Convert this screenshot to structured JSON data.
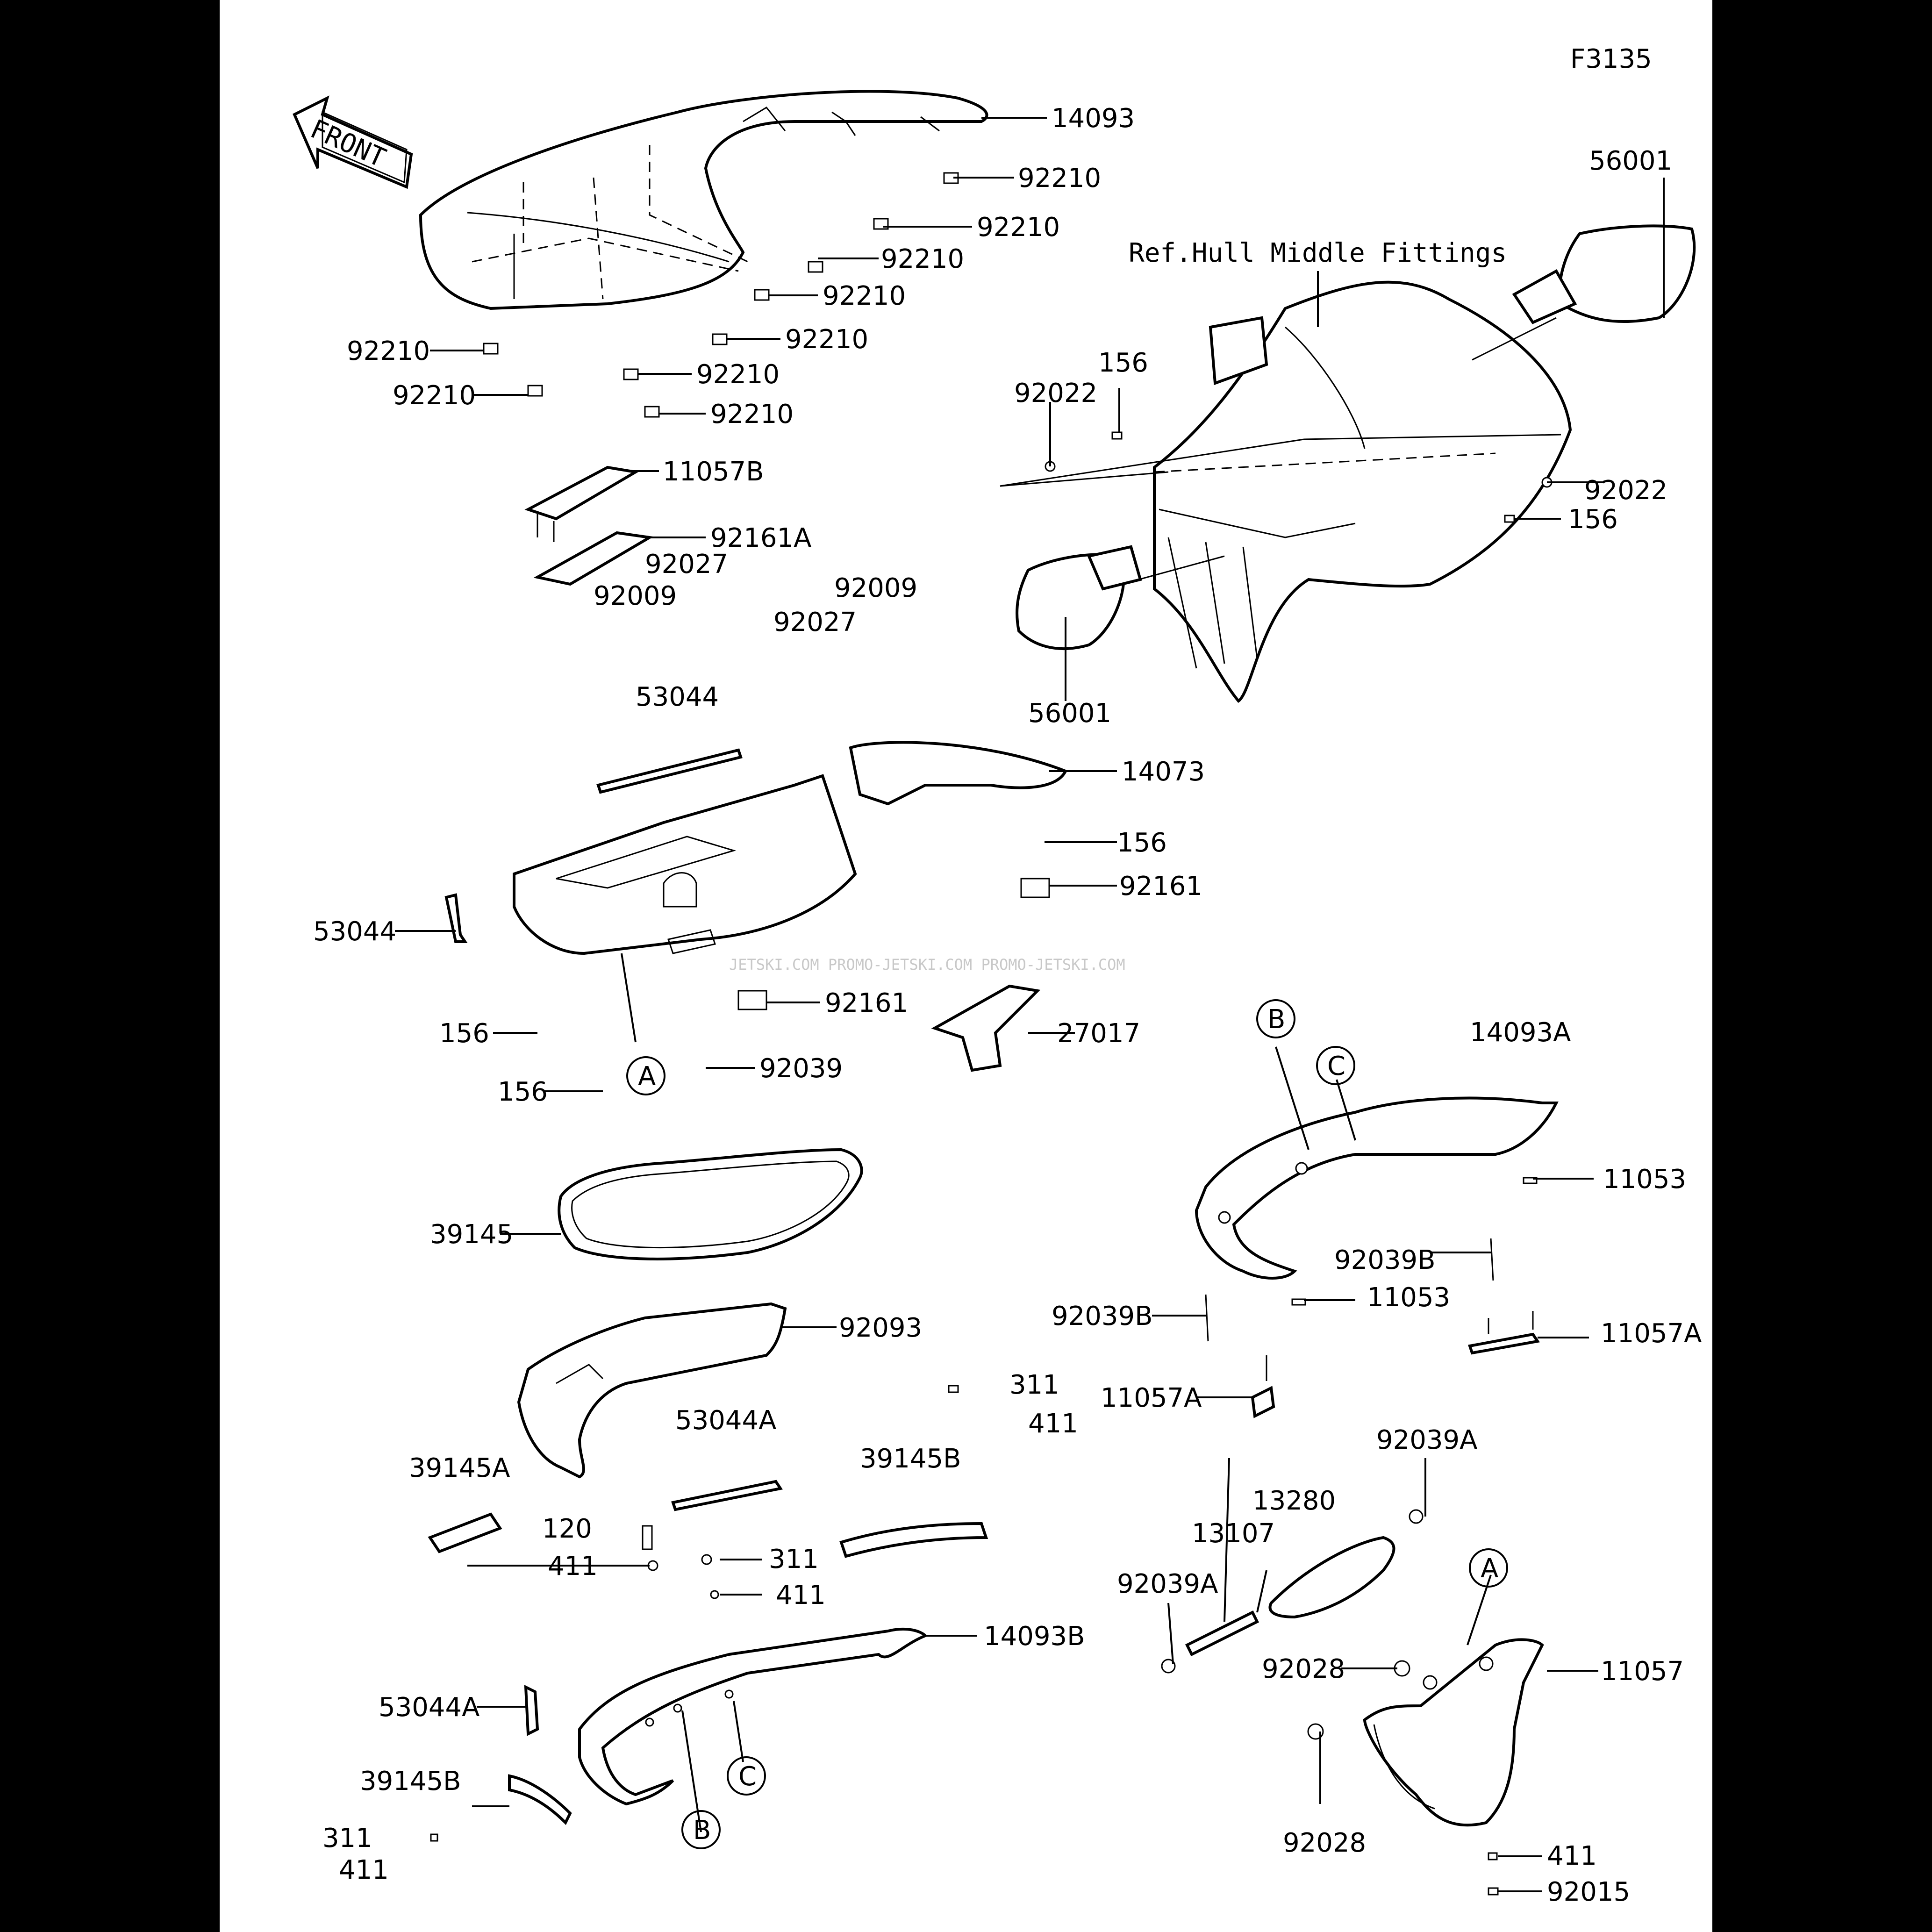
{
  "figure_code": "F3135",
  "front_label": "FRONT",
  "reference_note": "Ref.Hull Middle Fittings",
  "watermark": "JETSKI.COM  PROMO-JETSKI.COM  PROMO-JETSKI.COM",
  "callouts": {
    "A": "A",
    "B": "B",
    "C": "C"
  },
  "parts": [
    "14093",
    "92210",
    "92210",
    "92210",
    "92210",
    "92210",
    "92210",
    "92210",
    "92210",
    "92210",
    "11057B",
    "92161A",
    "92027",
    "92009",
    "92027",
    "92009",
    "53044",
    "14073",
    "156",
    "92161",
    "53044",
    "156",
    "156",
    "92161",
    "92039",
    "27017",
    "56001",
    "56001",
    "92022",
    "156",
    "92022",
    "156",
    "39145",
    "92093",
    "53044A",
    "39145A",
    "39145B",
    "120",
    "411",
    "311",
    "411",
    "311",
    "411",
    "14093B",
    "53044A",
    "39145B",
    "311",
    "411",
    "14093A",
    "11053",
    "92039B",
    "11053",
    "11057A",
    "92039B",
    "11057A",
    "92039A",
    "13280",
    "13107",
    "92039A",
    "92028",
    "11057",
    "92028",
    "411",
    "92015"
  ]
}
